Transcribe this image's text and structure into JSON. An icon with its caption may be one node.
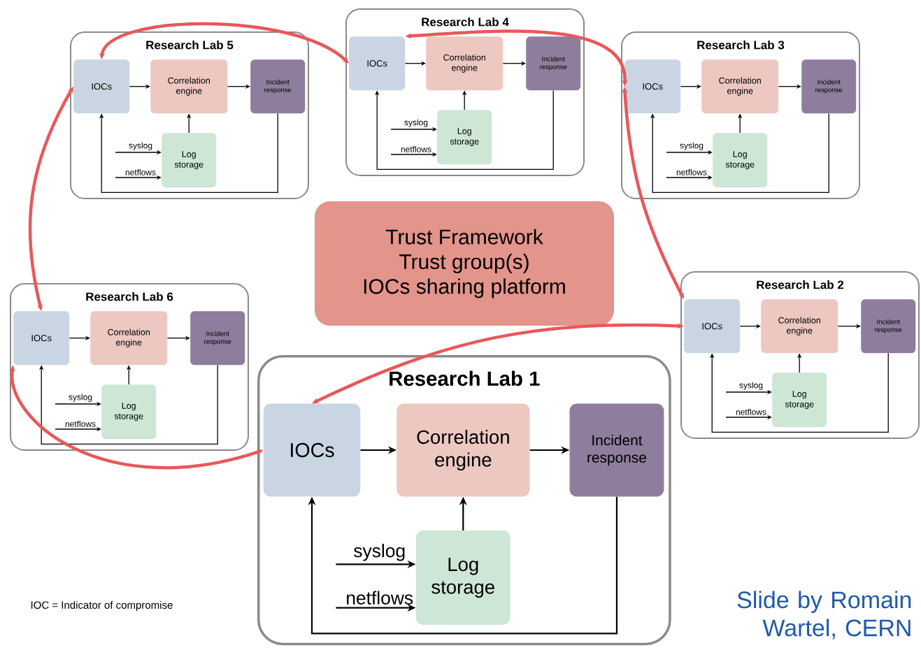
{
  "diagram": {
    "nodes": [
      {
        "text": [
          "Research Lab 5"
        ]
      },
      {
        "text": [
          "IOCs"
        ],
        "in": 0
      },
      {
        "text": [
          "Correlation engine"
        ],
        "in": 0
      },
      {
        "text": [
          "Incident response"
        ],
        "in": 0
      },
      {
        "text": [
          "Log storage"
        ],
        "in": 0
      },
      {
        "text": [
          "Research Lab 4"
        ]
      },
      {
        "text": [
          "IOCs"
        ],
        "in": 5
      },
      {
        "text": [
          "Correlation engine"
        ],
        "in": 5
      },
      {
        "text": [
          "Incident response"
        ],
        "in": 5
      },
      {
        "text": [
          "Log storage"
        ],
        "in": 5
      },
      {
        "text": [
          "Research Lab 3"
        ]
      },
      {
        "text": [
          "IOCs"
        ],
        "in": 10
      },
      {
        "text": [
          "Correlation engine"
        ],
        "in": 10
      },
      {
        "text": [
          "Incident response"
        ],
        "in": 10
      },
      {
        "text": [
          "Log storage"
        ],
        "in": 10
      },
      {
        "text": [
          "Trust Framework",
          "Trust group(s)",
          "IOCs sharing platform"
        ]
      },
      {
        "text": [
          "Research Lab 6"
        ]
      },
      {
        "text": [
          "IOCs"
        ],
        "in": 16
      },
      {
        "text": [
          "Correlation engine"
        ],
        "in": 16
      },
      {
        "text": [
          "Incident response"
        ],
        "in": 16
      },
      {
        "text": [
          "Log storage"
        ],
        "in": 16
      },
      {
        "text": [
          "Research Lab 2"
        ]
      },
      {
        "text": [
          "IOCs"
        ],
        "in": 21
      },
      {
        "text": [
          "Correlation engine"
        ],
        "in": 21
      },
      {
        "text": [
          "Incident response"
        ],
        "in": 21
      },
      {
        "text": [
          "Log storage"
        ],
        "in": 21
      },
      {
        "text": [
          "Research Lab 1"
        ]
      },
      {
        "text": [
          "IOCs"
        ],
        "in": 26
      },
      {
        "text": [
          "Correlation engine"
        ],
        "in": 26
      },
      {
        "text": [
          "Incident response"
        ],
        "in": 26
      },
      {
        "text": [
          "Log storage"
        ],
        "in": 26
      }
    ],
    "edges": [
      {
        "from": 1,
        "to": 2,
        "arrow": "to"
      },
      {
        "from": 2,
        "to": 3,
        "arrow": "to"
      },
      {
        "from": 4,
        "to": 2,
        "arrow": "to"
      },
      {
        "from": 3,
        "to": 1,
        "arrow": "to"
      },
      {
        "from": null,
        "to": 4,
        "arrow": "to",
        "label": "syslog"
      },
      {
        "from": null,
        "to": 4,
        "arrow": "to",
        "label": "netflows"
      },
      {
        "from": 6,
        "to": 7,
        "arrow": "to"
      },
      {
        "from": 7,
        "to": 8,
        "arrow": "to"
      },
      {
        "from": 9,
        "to": 7,
        "arrow": "to"
      },
      {
        "from": 8,
        "to": 6,
        "arrow": "to"
      },
      {
        "from": null,
        "to": 9,
        "arrow": "to",
        "label": "syslog"
      },
      {
        "from": null,
        "to": 9,
        "arrow": "to",
        "label": "netflows"
      },
      {
        "from": 11,
        "to": 12,
        "arrow": "to"
      },
      {
        "from": 12,
        "to": 13,
        "arrow": "to"
      },
      {
        "from": 14,
        "to": 12,
        "arrow": "to"
      },
      {
        "from": 13,
        "to": 11,
        "arrow": "to"
      },
      {
        "from": null,
        "to": 14,
        "arrow": "to",
        "label": "syslog"
      },
      {
        "from": null,
        "to": 14,
        "arrow": "to",
        "label": "netflows"
      },
      {
        "from": 17,
        "to": 18,
        "arrow": "to"
      },
      {
        "from": 18,
        "to": 19,
        "arrow": "to"
      },
      {
        "from": 20,
        "to": 18,
        "arrow": "to"
      },
      {
        "from": 19,
        "to": 17,
        "arrow": "to"
      },
      {
        "from": null,
        "to": 20,
        "arrow": "to",
        "label": "syslog"
      },
      {
        "from": null,
        "to": 20,
        "arrow": "to",
        "label": "netflows"
      },
      {
        "from": 22,
        "to": 23,
        "arrow": "to"
      },
      {
        "from": 23,
        "to": 24,
        "arrow": "to"
      },
      {
        "from": 25,
        "to": 23,
        "arrow": "to"
      },
      {
        "from": 24,
        "to": 22,
        "arrow": "to"
      },
      {
        "from": null,
        "to": 25,
        "arrow": "to",
        "label": "syslog"
      },
      {
        "from": null,
        "to": 25,
        "arrow": "to",
        "label": "netflows"
      },
      {
        "from": 27,
        "to": 28,
        "arrow": "to"
      },
      {
        "from": 28,
        "to": 29,
        "arrow": "to"
      },
      {
        "from": 30,
        "to": 28,
        "arrow": "to"
      },
      {
        "from": 29,
        "to": 27,
        "arrow": "to"
      },
      {
        "from": null,
        "to": 30,
        "arrow": "to",
        "label": "syslog"
      },
      {
        "from": null,
        "to": 30,
        "arrow": "to",
        "label": "netflows"
      },
      {
        "from": 1,
        "to": 6,
        "arrow": "both",
        "style": "thick",
        "color": "#e8585a"
      },
      {
        "from": 6,
        "to": 11,
        "arrow": "both",
        "style": "thick",
        "color": "#e8585a"
      },
      {
        "from": 1,
        "to": 17,
        "arrow": "both",
        "style": "thick",
        "color": "#e8585a"
      },
      {
        "from": 11,
        "to": 22,
        "arrow": "both",
        "style": "thick",
        "color": "#e8585a"
      },
      {
        "from": 22,
        "to": 27,
        "arrow": "both",
        "style": "thick",
        "color": "#e8585a"
      },
      {
        "from": 17,
        "to": 27,
        "arrow": "both",
        "style": "thick",
        "color": "#e8585a"
      }
    ],
    "labels": [
      "IOC = Indicator of compromise",
      "Slide by Romain Wartel, CERN"
    ]
  }
}
